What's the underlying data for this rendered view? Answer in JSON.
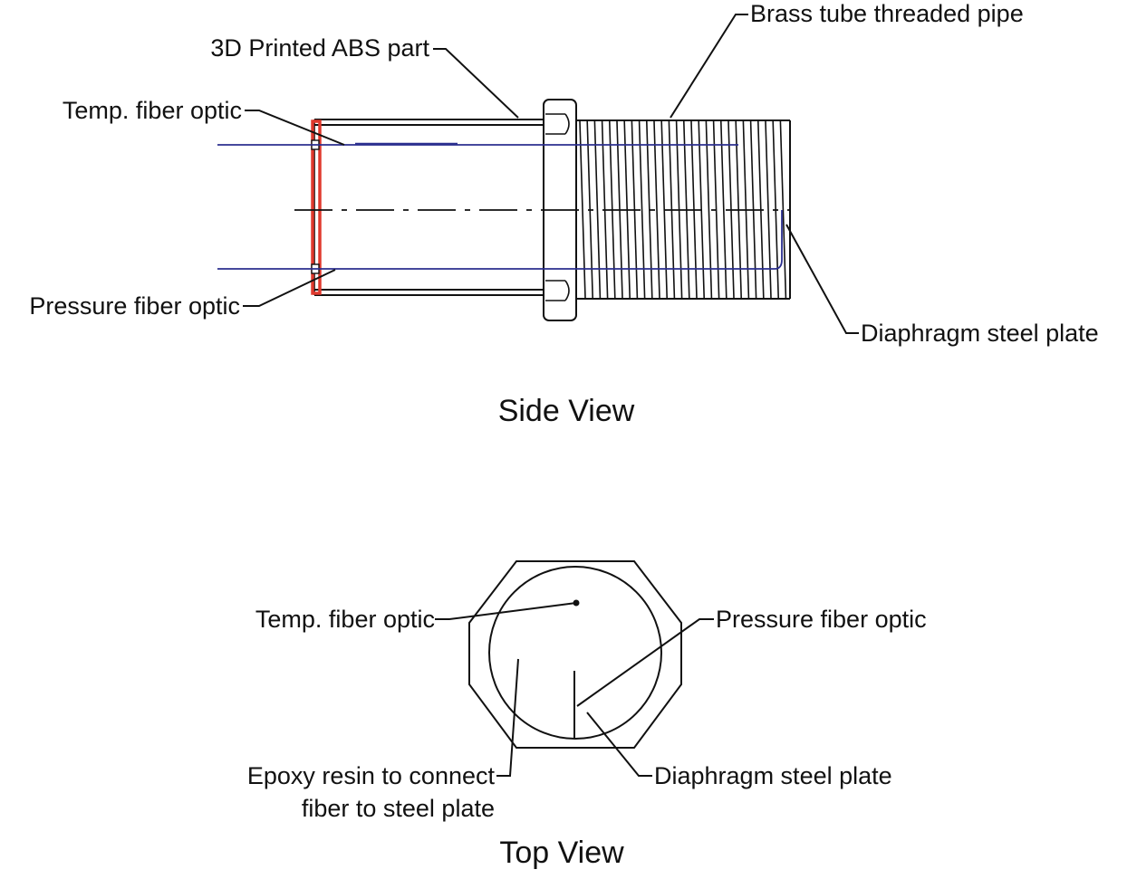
{
  "side_view": {
    "title": "Side View",
    "labels": {
      "abs_part": "3D Printed ABS part",
      "brass_tube": "Brass tube threaded pipe",
      "temp_fiber": "Temp. fiber optic",
      "pressure_fiber": "Pressure fiber optic",
      "diaphragm": "Diaphragm steel plate"
    }
  },
  "top_view": {
    "title": "Top View",
    "labels": {
      "temp_fiber": "Temp. fiber optic",
      "pressure_fiber": "Pressure fiber optic",
      "epoxy_line1": "Epoxy resin to connect",
      "epoxy_line2": "fiber to steel plate",
      "diaphragm": "Diaphragm steel plate"
    }
  },
  "colors": {
    "outline": "#111111",
    "fiber": "#2b2f8f",
    "end_plate": "#e03a2e"
  }
}
